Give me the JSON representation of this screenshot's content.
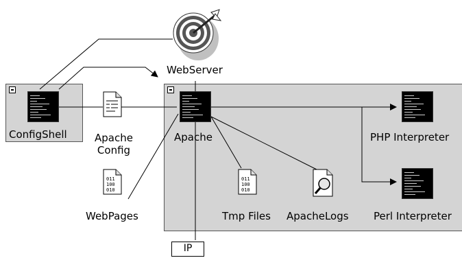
{
  "nodes": {
    "webserver": "WebServer",
    "configshell": "ConfigShell",
    "apache_config_line1": "Apache",
    "apache_config_line2": "Config",
    "webpages": "WebPages",
    "apache": "Apache",
    "tmp_files": "Tmp Files",
    "apache_logs": "ApacheLogs",
    "php": "PHP Interpreter",
    "perl": "Perl Interpreter",
    "ip": "IP"
  },
  "icons": {
    "webserver": "target-icon",
    "terminal": "terminal-icon",
    "document": "document-icon",
    "binary": "binary-file-icon",
    "log": "magnifier-file-icon"
  },
  "colors": {
    "group_fill": "#d4d4d4",
    "edge": "#000000"
  }
}
